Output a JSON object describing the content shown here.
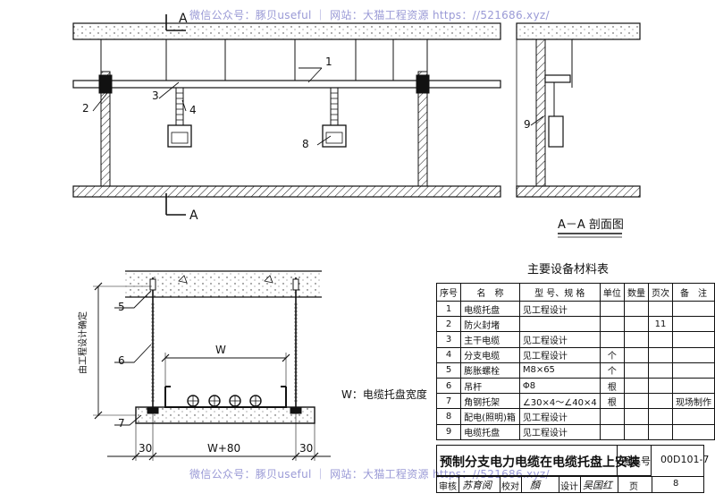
{
  "watermark": {
    "top": "微信公众号：豚贝useful ｜ 网站：大猫工程资源 https：//521686.xyz/",
    "bottom": "微信公众号：豚贝useful ｜ 网站：大猫工程资源 https：//521686.xyz/"
  },
  "plan": {
    "section_mark_top": "A",
    "section_mark_bottom": "A",
    "callouts": [
      "1",
      "2",
      "3",
      "4",
      "8"
    ]
  },
  "section": {
    "callout": "9",
    "title": "A－A 剖面图"
  },
  "detail": {
    "callouts": [
      "5",
      "6",
      "7"
    ],
    "vertical_label": "由工程设计确定",
    "width_label": "W",
    "bottom_dims": [
      "30",
      "W+80",
      "30"
    ],
    "legend": "W：电缆托盘宽度"
  },
  "materials": {
    "title": "主要设备材料表",
    "headers": [
      "序号",
      "名　称",
      "型 号、规 格",
      "单位",
      "数量",
      "页次",
      "备　注"
    ],
    "rows": [
      [
        "1",
        "电缆托盘",
        "见工程设计",
        "",
        "",
        "",
        ""
      ],
      [
        "2",
        "防火封堵",
        "",
        "",
        "",
        "11",
        ""
      ],
      [
        "3",
        "主干电缆",
        "见工程设计",
        "",
        "",
        "",
        ""
      ],
      [
        "4",
        "分支电缆",
        "见工程设计",
        "个",
        "",
        "",
        ""
      ],
      [
        "5",
        "膨胀螺栓",
        "M8×65",
        "个",
        "",
        "",
        ""
      ],
      [
        "6",
        "吊杆",
        "Φ8",
        "根",
        "",
        "",
        ""
      ],
      [
        "7",
        "角钢托架",
        "∠30×4～∠40×4",
        "根",
        "",
        "",
        "现场制作"
      ],
      [
        "8",
        "配电(照明)箱",
        "见工程设计",
        "",
        "",
        "",
        ""
      ],
      [
        "9",
        "电缆托盘",
        "见工程设计",
        "",
        "",
        "",
        ""
      ]
    ]
  },
  "titleblock": {
    "title": "预制分支电力电缆在电缆托盘上安装",
    "atlas_label": "图集号",
    "atlas_no": "00D101-7",
    "review_label": "审核",
    "review_sig": "苏育阅",
    "check_label": "校对",
    "check_sig": "顏",
    "design_label": "设计",
    "design_sig": "吴国红",
    "page_label": "页",
    "page_no": "8"
  }
}
